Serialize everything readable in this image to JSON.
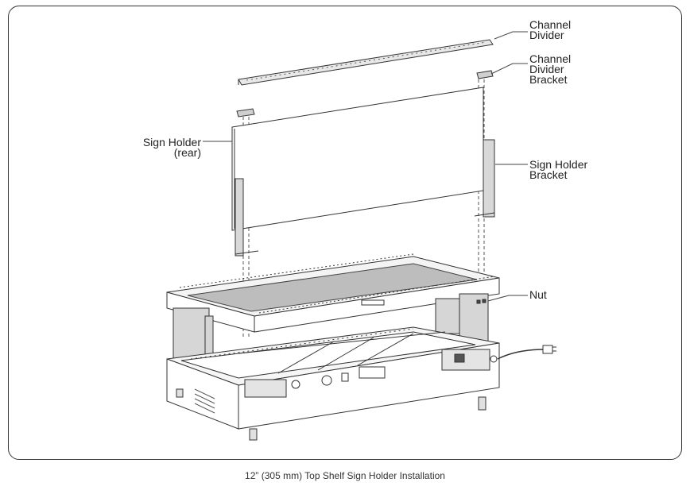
{
  "callouts": {
    "channel_divider": [
      "Channel",
      "Divider"
    ],
    "channel_divider_bracket": [
      "Channel",
      "Divider",
      "Bracket"
    ],
    "sign_holder_rear": [
      "Sign Holder",
      "(rear)"
    ],
    "sign_holder_bracket": [
      "Sign Holder",
      "Bracket"
    ],
    "nut": [
      "Nut"
    ]
  },
  "caption": "12” (305 mm) Top Shelf Sign Holder Installation"
}
